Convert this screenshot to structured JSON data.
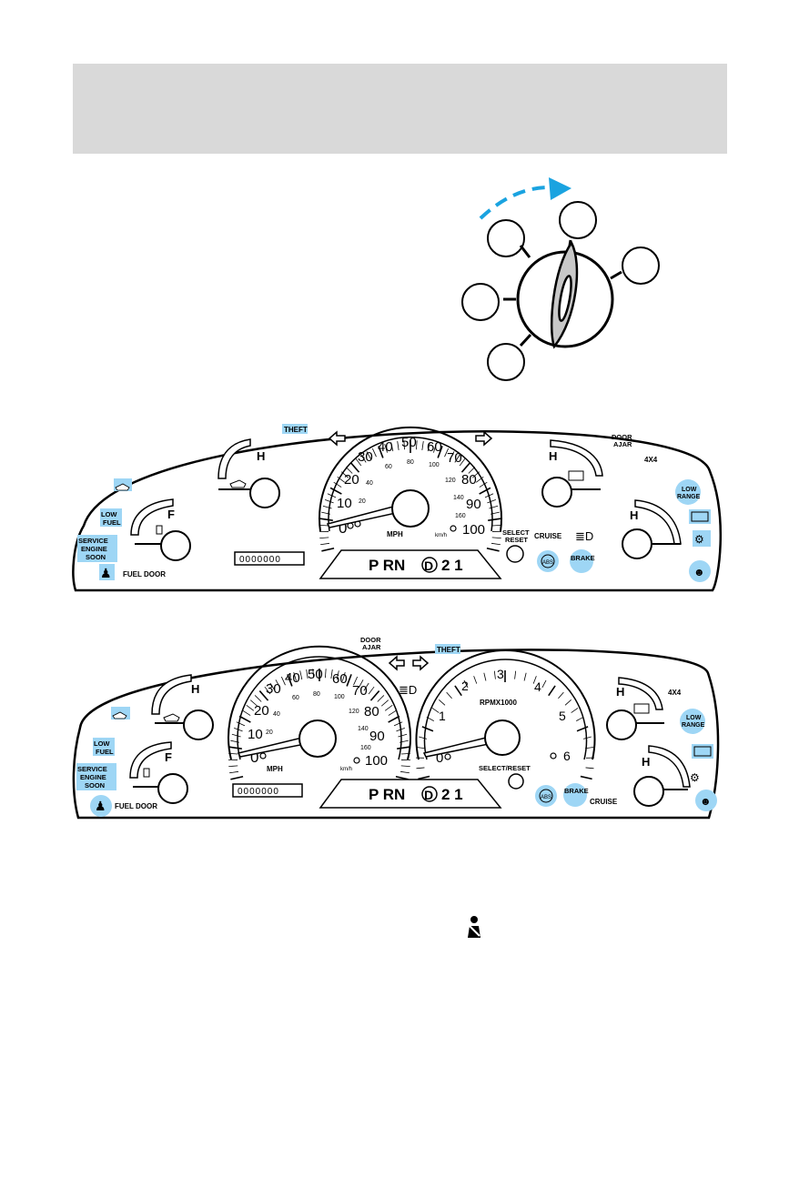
{
  "indicator_colors": {
    "highlight": "#9ed6f5",
    "arrow": "#1aa3e0",
    "outline": "#000000"
  },
  "cluster_standard": {
    "theft": "THEFT",
    "door_ajar_1": "DOOR",
    "door_ajar_2": "AJAR",
    "four_by_four": "4X4",
    "low_range_1": "LOW",
    "low_range_2": "RANGE",
    "low_fuel_1": "LOW",
    "low_fuel_2": "FUEL",
    "service_1": "SERVICE",
    "service_2": "ENGINE",
    "service_3": "SOON",
    "fuel_door": "FUEL DOOR",
    "select_reset_1": "SELECT",
    "select_reset_2": "RESET",
    "cruise": "CRUISE",
    "brake": "BRAKE",
    "abs": "ABS",
    "mph": "MPH",
    "kmh": "km/h",
    "gear": "P RN",
    "gear_d": "D",
    "gear_rest": "2 1",
    "odometer": "0000000",
    "temp_h": "H",
    "fuel_f": "F",
    "oil_h": "H",
    "battery_h": "H",
    "mph_ticks": [
      "0",
      "10",
      "20",
      "30",
      "40",
      "50",
      "60",
      "70",
      "80",
      "90",
      "100"
    ],
    "kmh_ticks": [
      "20",
      "40",
      "60",
      "80",
      "100",
      "120",
      "140",
      "160"
    ]
  },
  "cluster_tach": {
    "door_ajar_1": "DOOR",
    "door_ajar_2": "AJAR",
    "theft": "THEFT",
    "four_by_four": "4X4",
    "low_range_1": "LOW",
    "low_range_2": "RANGE",
    "low_fuel_1": "LOW",
    "low_fuel_2": "FUEL",
    "service_1": "SERVICE",
    "service_2": "ENGINE",
    "service_3": "SOON",
    "fuel_door": "FUEL DOOR",
    "rpm": "RPMX1000",
    "select_reset": "SELECT/RESET",
    "cruise": "CRUISE",
    "brake": "BRAKE",
    "abs": "ABS",
    "mph": "MPH",
    "kmh": "km/h",
    "gear": "P RN",
    "gear_d": "D",
    "gear_rest": "2 1",
    "odometer": "0000000",
    "rpm_ticks": [
      "0",
      "1",
      "2",
      "3",
      "4",
      "5",
      "6"
    ],
    "mph_ticks": [
      "0",
      "10",
      "20",
      "30",
      "40",
      "50",
      "60",
      "70",
      "80",
      "90",
      "100"
    ],
    "kmh_ticks": [
      "20",
      "40",
      "60",
      "80",
      "100",
      "120",
      "140",
      "160"
    ],
    "temp_h": "H",
    "fuel_f": "F",
    "oil_h": "H",
    "battery_h": "H"
  }
}
